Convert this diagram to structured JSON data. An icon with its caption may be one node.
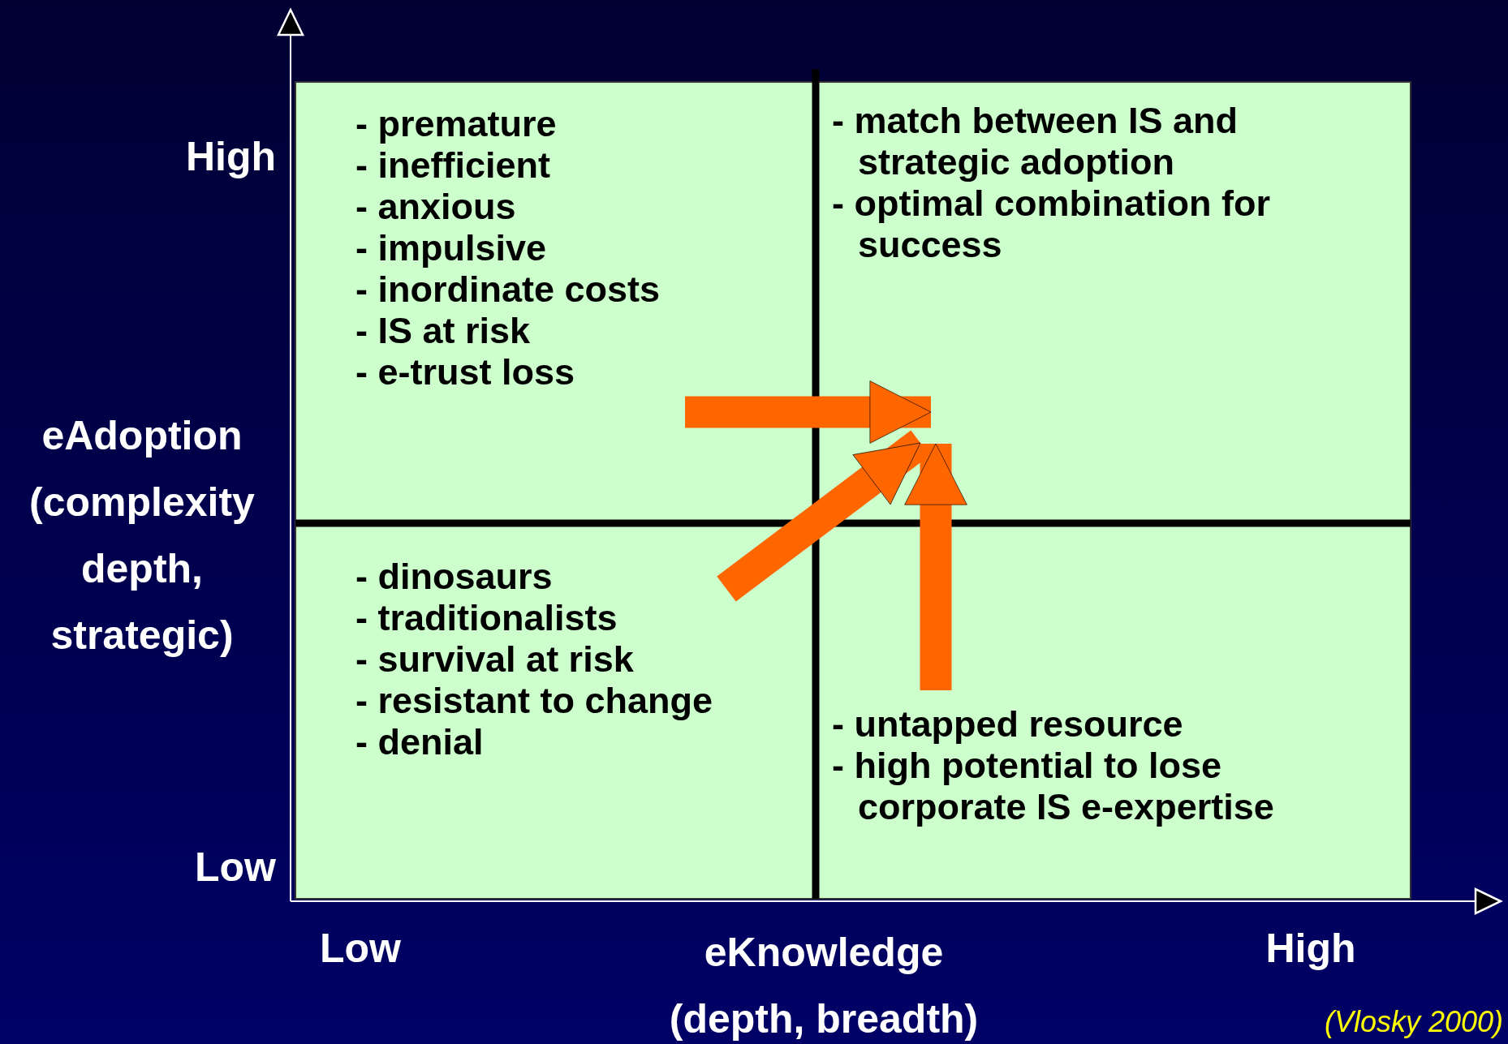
{
  "diagram": {
    "nodes": [
      {
        "text": [
          "- premature",
          "- inefficient",
          "- anxious",
          "- impulsive",
          "- inordinate costs",
          "- IS at risk",
          "- e-trust loss"
        ]
      },
      {
        "text": [
          "- match between IS and strategic adoption",
          "- optimal combination for success"
        ]
      },
      {
        "text": [
          "- dinosaurs",
          "- traditionalists",
          "- survival at risk",
          "- resistant to change",
          "- denial"
        ]
      },
      {
        "text": [
          "- untapped resource",
          "- high potential to lose corporate IS e-expertise"
        ]
      }
    ],
    "edges": [
      {
        "from": 0,
        "to": 1,
        "arrow": "to"
      },
      {
        "from": 2,
        "to": 1,
        "arrow": "to"
      },
      {
        "from": 3,
        "to": 1,
        "arrow": "to"
      }
    ],
    "labels": [
      "High",
      "eAdoption (complexity depth, strategic)",
      "Low",
      "Low",
      "eKnowledge (depth, breadth)",
      "High",
      "(Vlosky 2000)"
    ]
  }
}
